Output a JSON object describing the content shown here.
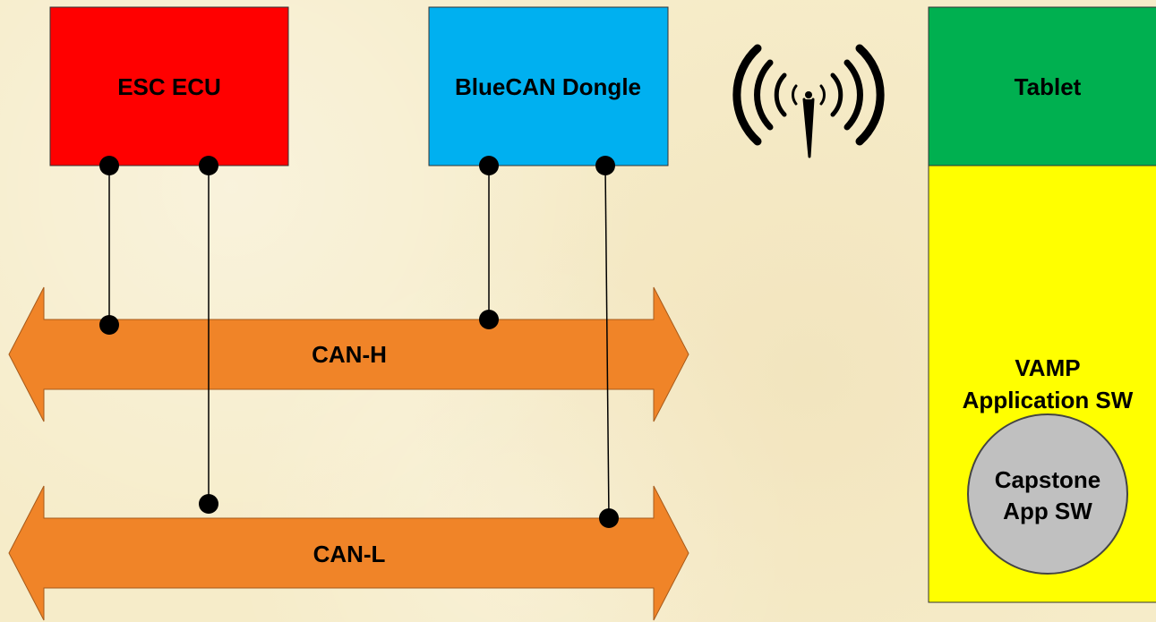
{
  "nodes": {
    "esc_ecu": {
      "label": "ESC ECU",
      "color": "#ff0000"
    },
    "bluecan": {
      "label": "BlueCAN Dongle",
      "color": "#00b0f0"
    },
    "tablet": {
      "label": "Tablet",
      "color": "#00b050"
    },
    "vamp": {
      "label_line1": "VAMP",
      "label_line2": "Application SW",
      "color": "#ffff00"
    },
    "capstone": {
      "label_line1": "Capstone",
      "label_line2": "App SW",
      "color": "#c0c0c0"
    }
  },
  "buses": {
    "can_h": {
      "label": "CAN-H",
      "color": "#f08428"
    },
    "can_l": {
      "label": "CAN-L",
      "color": "#f08428"
    }
  },
  "icons": {
    "wireless": "wireless-antenna-icon"
  }
}
